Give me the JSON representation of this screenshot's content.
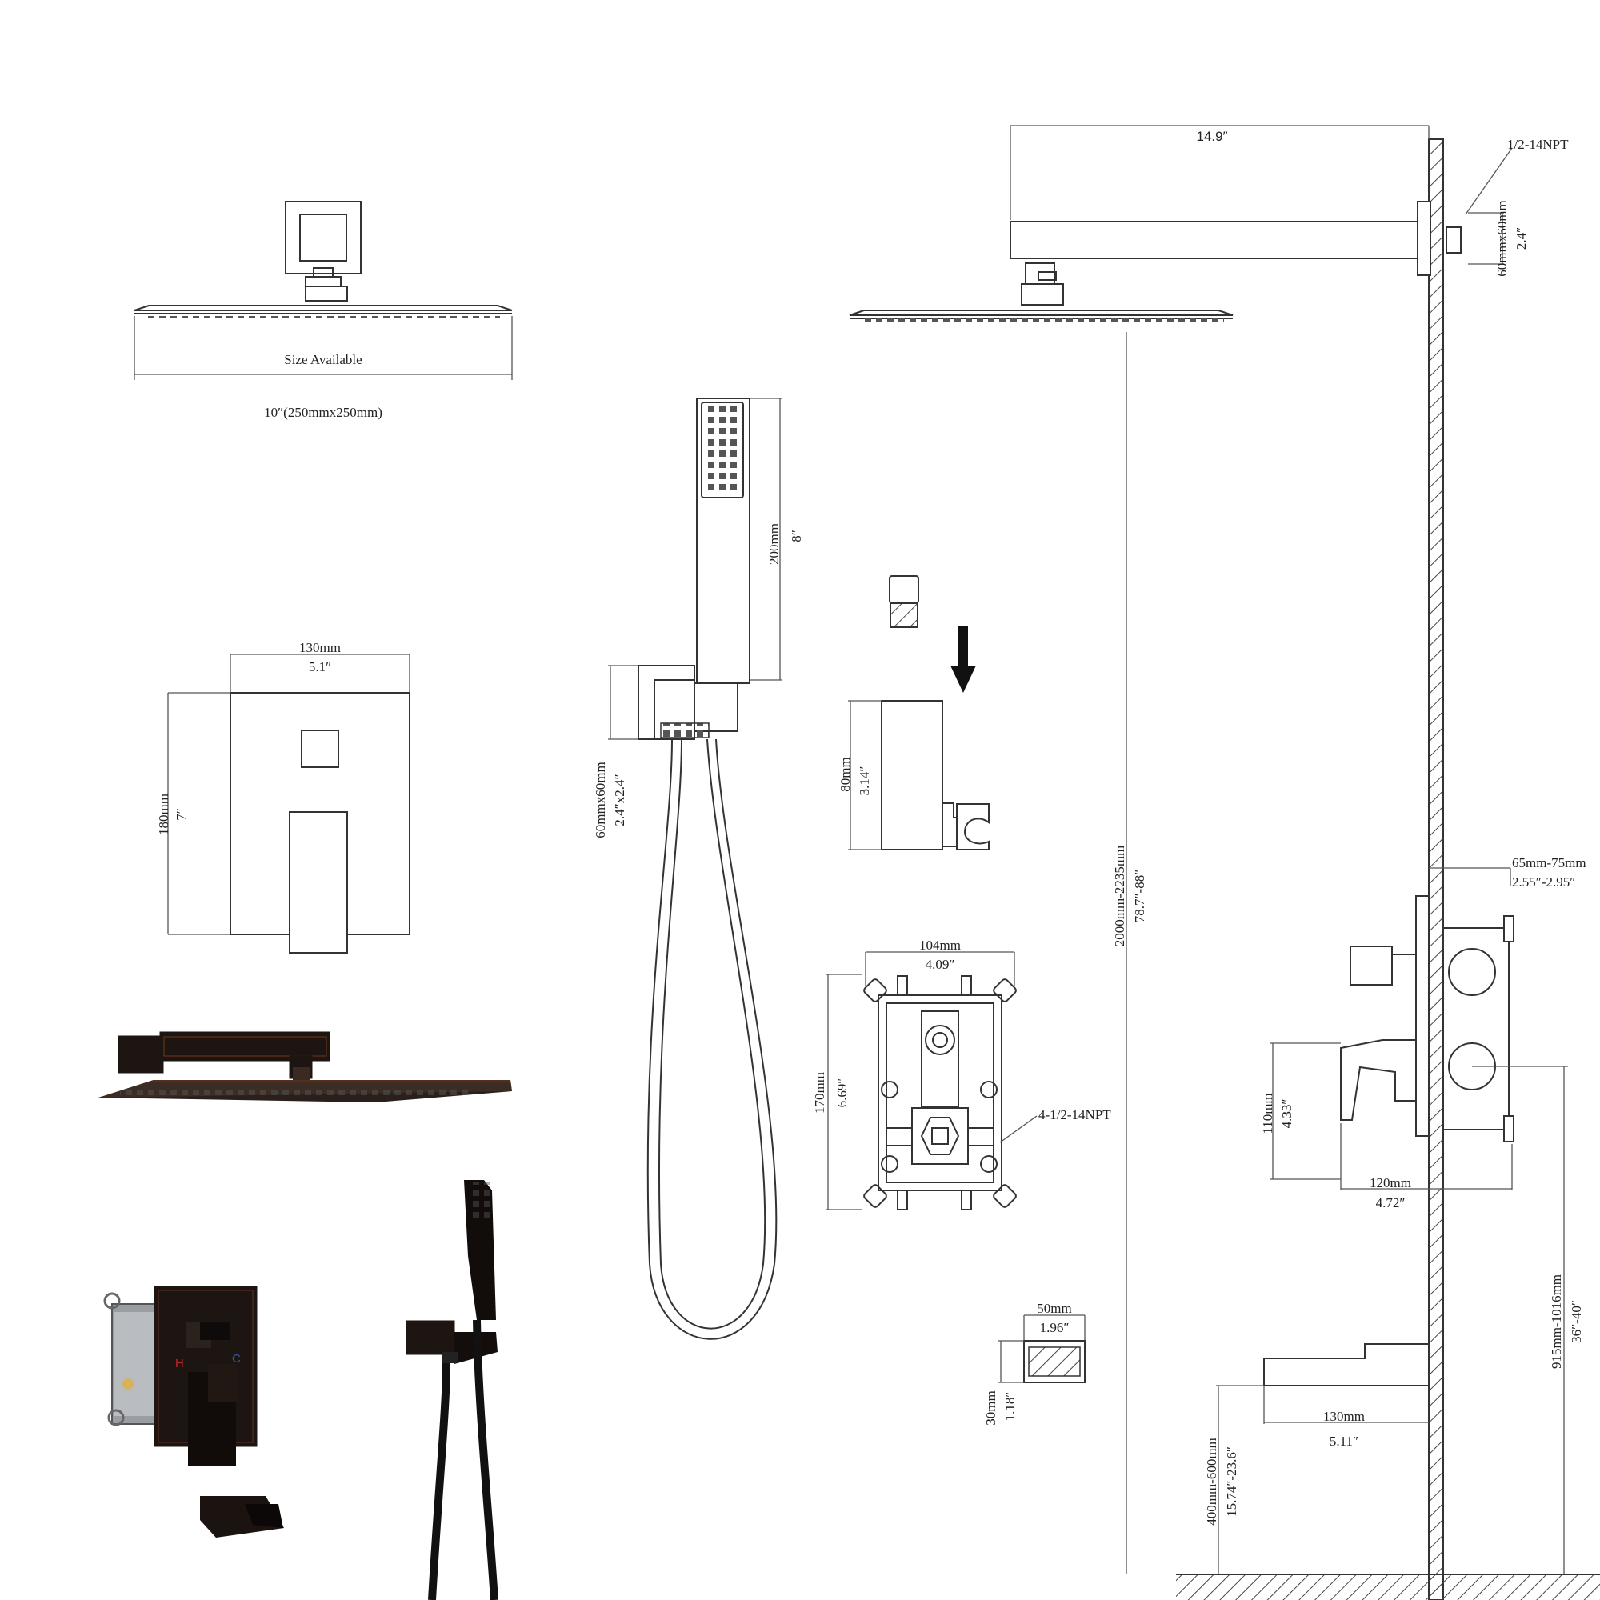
{
  "top_head": {
    "caption": "Size Available",
    "size": "10″(250mmx250mm)"
  },
  "valve_plate": {
    "width_mm": "130mm",
    "width_in": "5.1″",
    "height_mm": "180mm",
    "height_in": "7″"
  },
  "hand_shower": {
    "length_mm": "200mm",
    "length_in": "8″",
    "elbow_mm": "60mmx60mm",
    "elbow_in": "2.4″x2.4″"
  },
  "holder": {
    "height_mm": "80mm",
    "height_in": "3.14″"
  },
  "valve_box": {
    "width_mm": "104mm",
    "width_in": "4.09″",
    "height_mm": "170mm",
    "height_in": "6.69″",
    "thread": "4-1/2-14NPT"
  },
  "spout_front": {
    "width_mm": "50mm",
    "width_in": "1.96″",
    "height_mm": "30mm",
    "height_in": "1.18″"
  },
  "wall_side": {
    "arm_length": "14.9″",
    "arm_thread": "1/2-14NPT",
    "flange_mm": "60mmx60mm",
    "flange_in": "2.4″",
    "head_height_mm": "2000mm-2235mm",
    "head_height_in": "78.7″-88″",
    "valve_depth_mm": "65mm-75mm",
    "valve_depth_in": "2.55″-2.95″",
    "handle_h_mm": "110mm",
    "handle_h_in": "4.33″",
    "handle_proj_mm": "120mm",
    "handle_proj_in": "4.72″",
    "valve_height_mm": "915mm-1016mm",
    "valve_height_in": "36″-40″",
    "spout_len_mm": "130mm",
    "spout_len_in": "5.11″",
    "spout_height_mm": "400mm-600mm",
    "spout_height_in": "15.74″-23.6″"
  },
  "photo_marks": {
    "hot": "H",
    "cold": "C"
  },
  "colors": {
    "line": "#333333",
    "finish": "#1c1512",
    "bronze_edge": "#6a2f18",
    "hot": "#c0262b",
    "cold": "#2a5db0"
  }
}
